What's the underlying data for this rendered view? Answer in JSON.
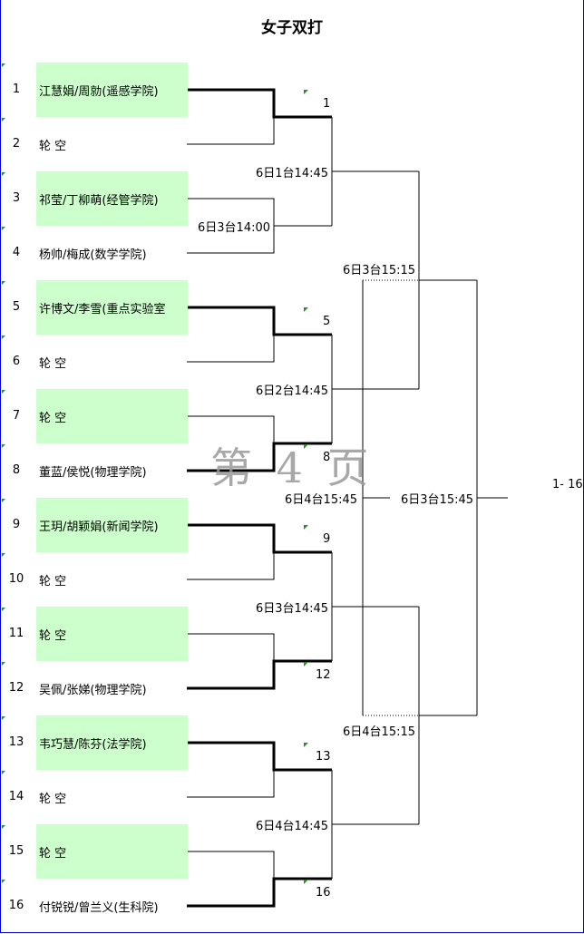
{
  "title": "女子双打",
  "watermark": "第 4 页",
  "entries": [
    {
      "seed": "1",
      "name": "江慧娟/周勍(遥感学院)",
      "highlight": true
    },
    {
      "seed": "2",
      "name": "轮 空",
      "highlight": false
    },
    {
      "seed": "3",
      "name": "祁莹/丁柳萌(经管学院)",
      "highlight": true
    },
    {
      "seed": "4",
      "name": "杨帅/梅成(数学学院)",
      "highlight": false
    },
    {
      "seed": "5",
      "name": "许博文/李雪(重点实验室",
      "highlight": true
    },
    {
      "seed": "6",
      "name": "轮 空",
      "highlight": false
    },
    {
      "seed": "7",
      "name": "轮 空",
      "highlight": true
    },
    {
      "seed": "8",
      "name": "董蓝/侯悦(物理学院)",
      "highlight": false
    },
    {
      "seed": "9",
      "name": "王玥/胡颖娟(新闻学院)",
      "highlight": true
    },
    {
      "seed": "10",
      "name": "轮 空",
      "highlight": false
    },
    {
      "seed": "11",
      "name": "轮 空",
      "highlight": true
    },
    {
      "seed": "12",
      "name": "吴佩/张娣(物理学院)",
      "highlight": false
    },
    {
      "seed": "13",
      "name": "韦巧慧/陈芬(法学院)",
      "highlight": true
    },
    {
      "seed": "14",
      "name": "轮 空",
      "highlight": false
    },
    {
      "seed": "15",
      "name": "轮 空",
      "highlight": true
    },
    {
      "seed": "16",
      "name": "付锐锐/曾兰义(生科院)",
      "highlight": false
    }
  ],
  "round1_winners": [
    "1",
    "5",
    "8",
    "9",
    "12",
    "13",
    "16"
  ],
  "match_labels": {
    "m34": "6日3台14:00",
    "r2_1": "6日1台14:45",
    "r2_2": "6日2台14:45",
    "r2_3": "6日3台14:45",
    "r2_4": "6日4台14:45",
    "r3_1": "6日3台15:15",
    "r3_2": "6日4台15:15",
    "r3_mid": "6日4台15:45",
    "final": "6日3台15:45"
  },
  "result_range": "1- 16"
}
